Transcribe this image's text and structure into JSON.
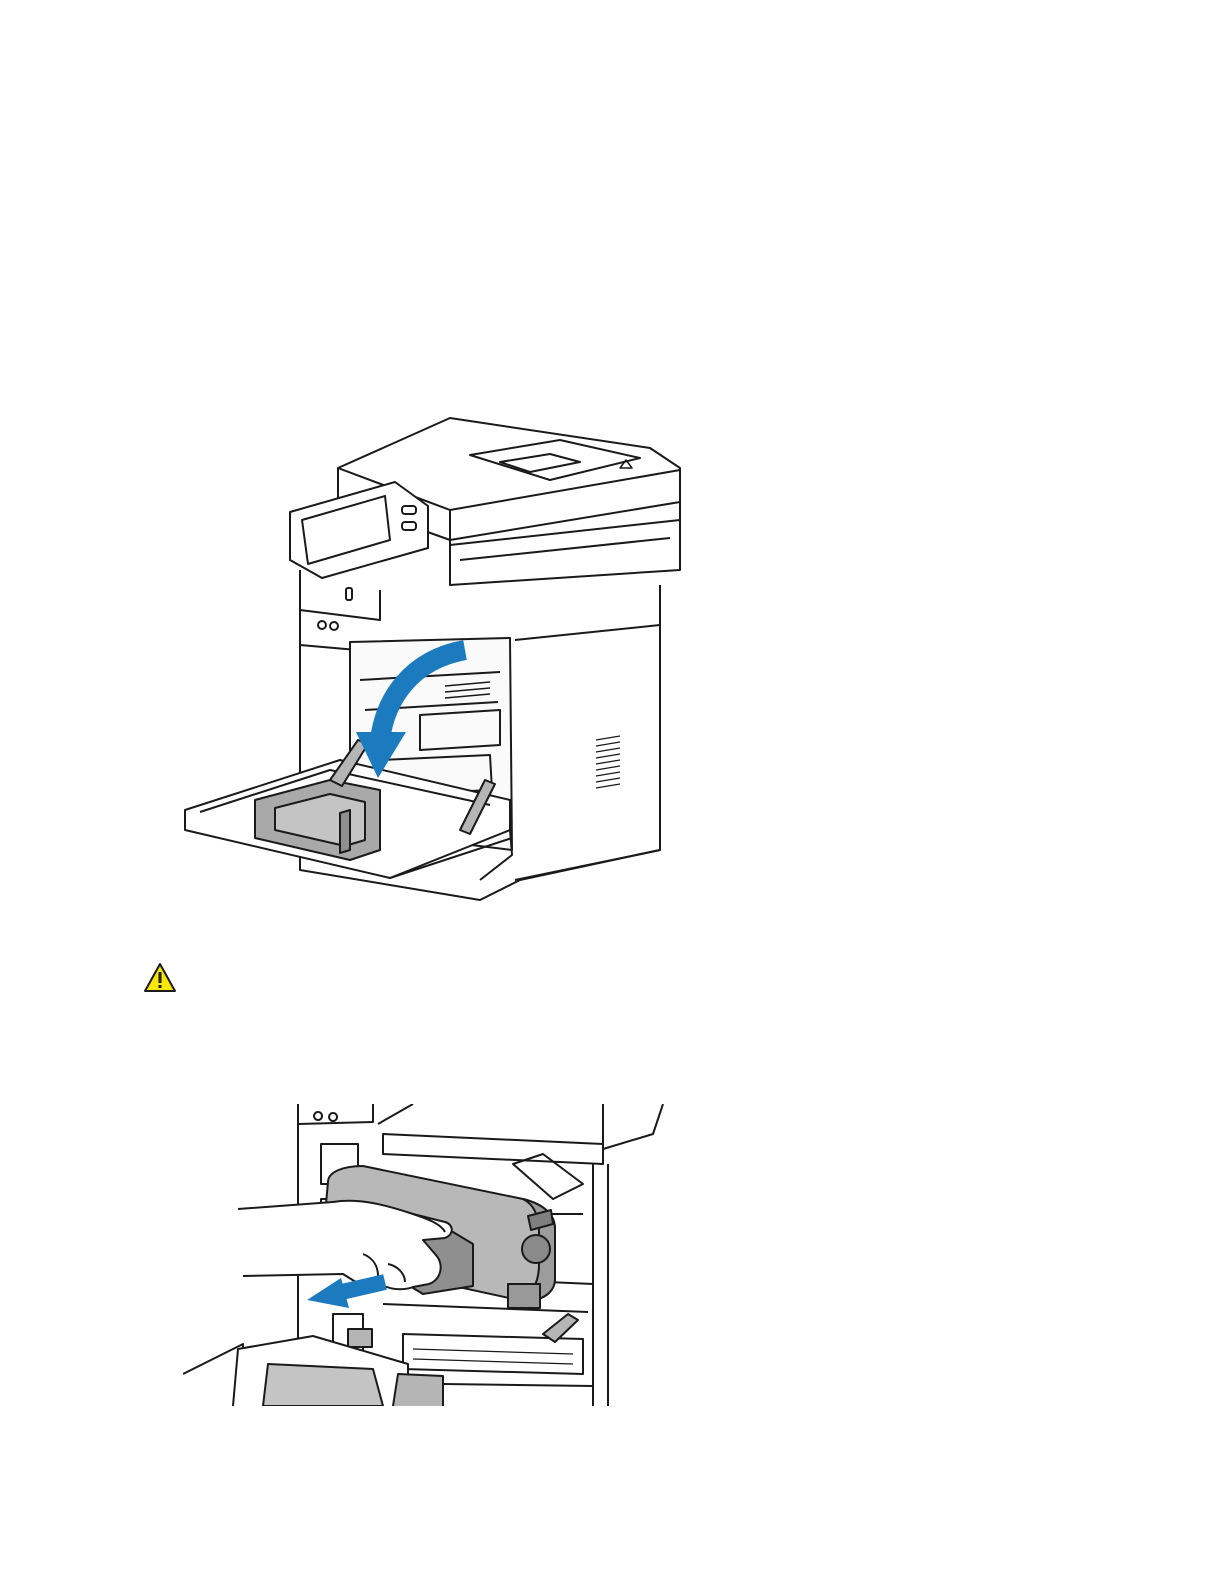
{
  "document": {
    "figures": [
      {
        "id": "open-front-door",
        "icon": "printer-front-door-open-illustration"
      },
      {
        "id": "remove-toner",
        "icon": "toner-cartridge-removal-illustration"
      }
    ],
    "caution_icon": "warning-triangle-icon",
    "colors": {
      "arrow": "#1C7BBF",
      "warning_yellow": "#F7E600",
      "cartridge_gray": "#BDBDBD",
      "line": "#1a1a1a"
    }
  }
}
